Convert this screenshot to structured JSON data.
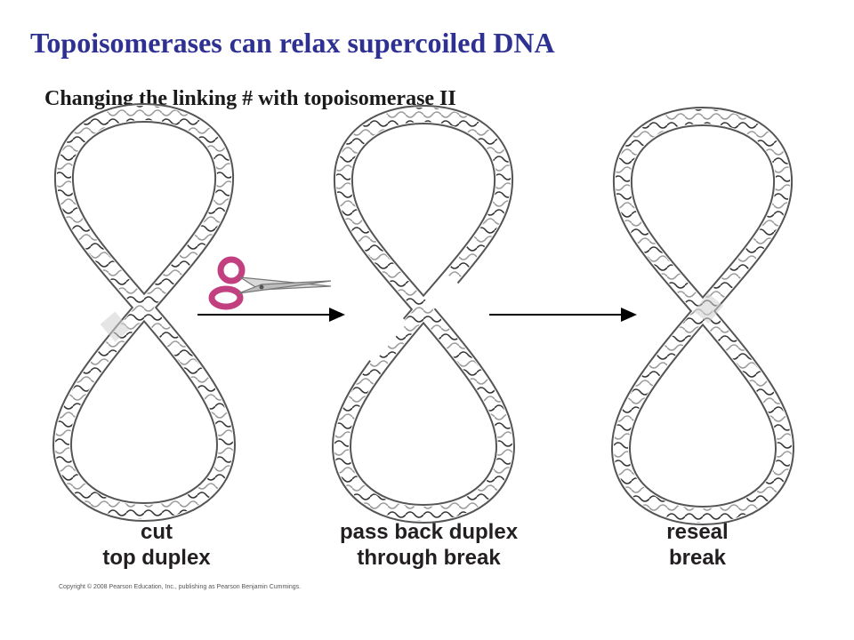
{
  "title": "Topoisomerases can relax supercoiled DNA",
  "subtitle": "Changing the linking # with topoisomerase II",
  "steps": [
    {
      "line1": "cut",
      "line2": "top duplex"
    },
    {
      "line1": "pass back duplex",
      "line2": "through break"
    },
    {
      "line1": "reseal",
      "line2": "break"
    }
  ],
  "copyright": "Copyright © 2008 Pearson Education, Inc., publishing as Pearson Benjamin Cummings.",
  "colors": {
    "title": "#2e3192",
    "duplex_outline": "#555555",
    "strand_dark": "#333333",
    "strand_light": "#9a9a9a",
    "scissors_handle": "#c2407f",
    "arrow": "#000000"
  },
  "icons": [
    "scissors-icon",
    "right-arrow-icon"
  ]
}
